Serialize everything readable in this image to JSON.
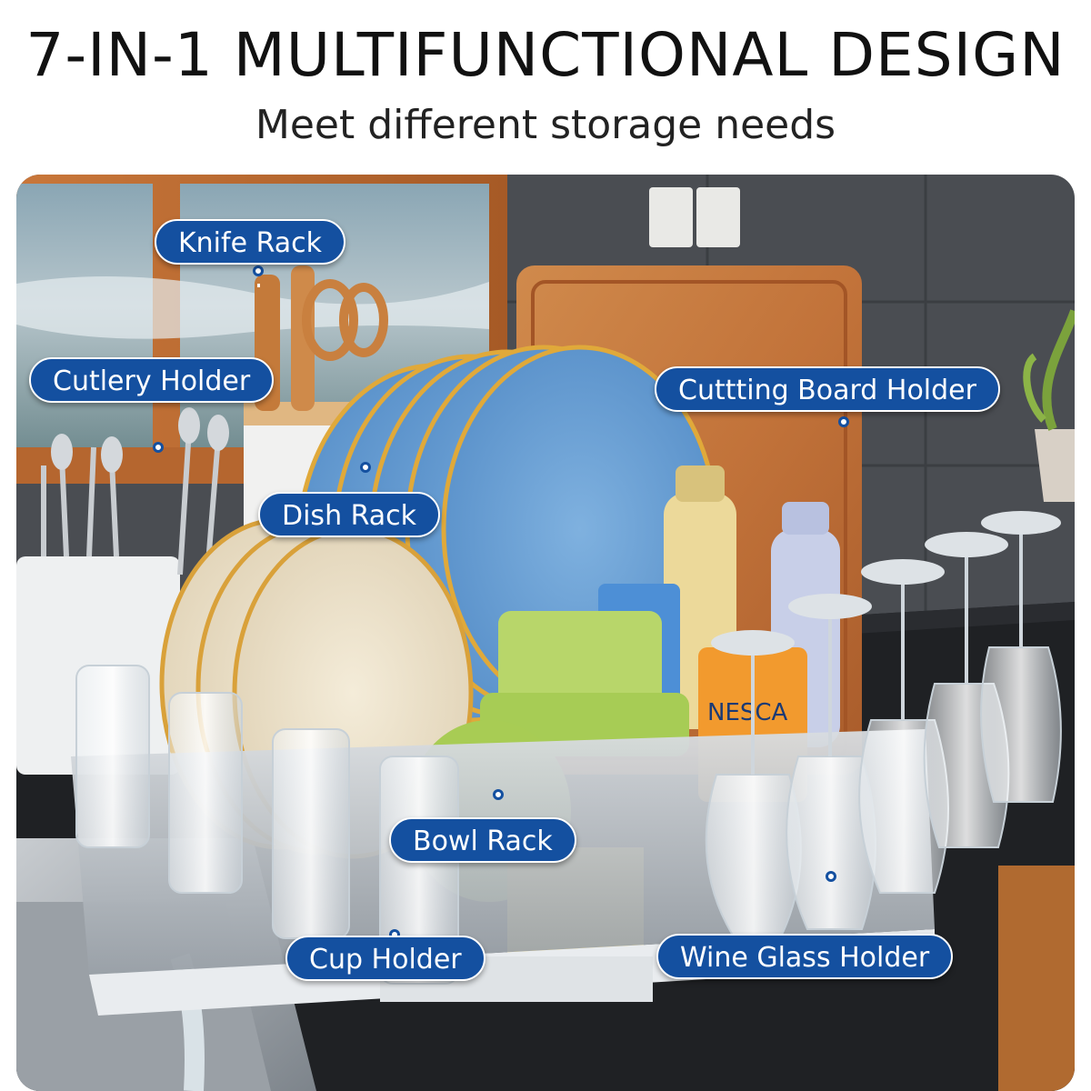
{
  "header": {
    "title": "7-IN-1 MULTIFUNCTIONAL DESIGN",
    "subtitle": "Meet different storage needs"
  },
  "labels": {
    "knife_rack": "Knife Rack",
    "cutlery_holder": "Cutlery Holder",
    "dish_rack": "Dish Rack",
    "cutting_board_holder": "Cuttting Board Holder",
    "bowl_rack": "Bowl Rack",
    "cup_holder": "Cup Holder",
    "wine_glass_holder": "Wine Glass Holder"
  },
  "mug_text": "NESCA",
  "colors": {
    "label_bg": "#1450a0",
    "label_text": "#ffffff"
  }
}
